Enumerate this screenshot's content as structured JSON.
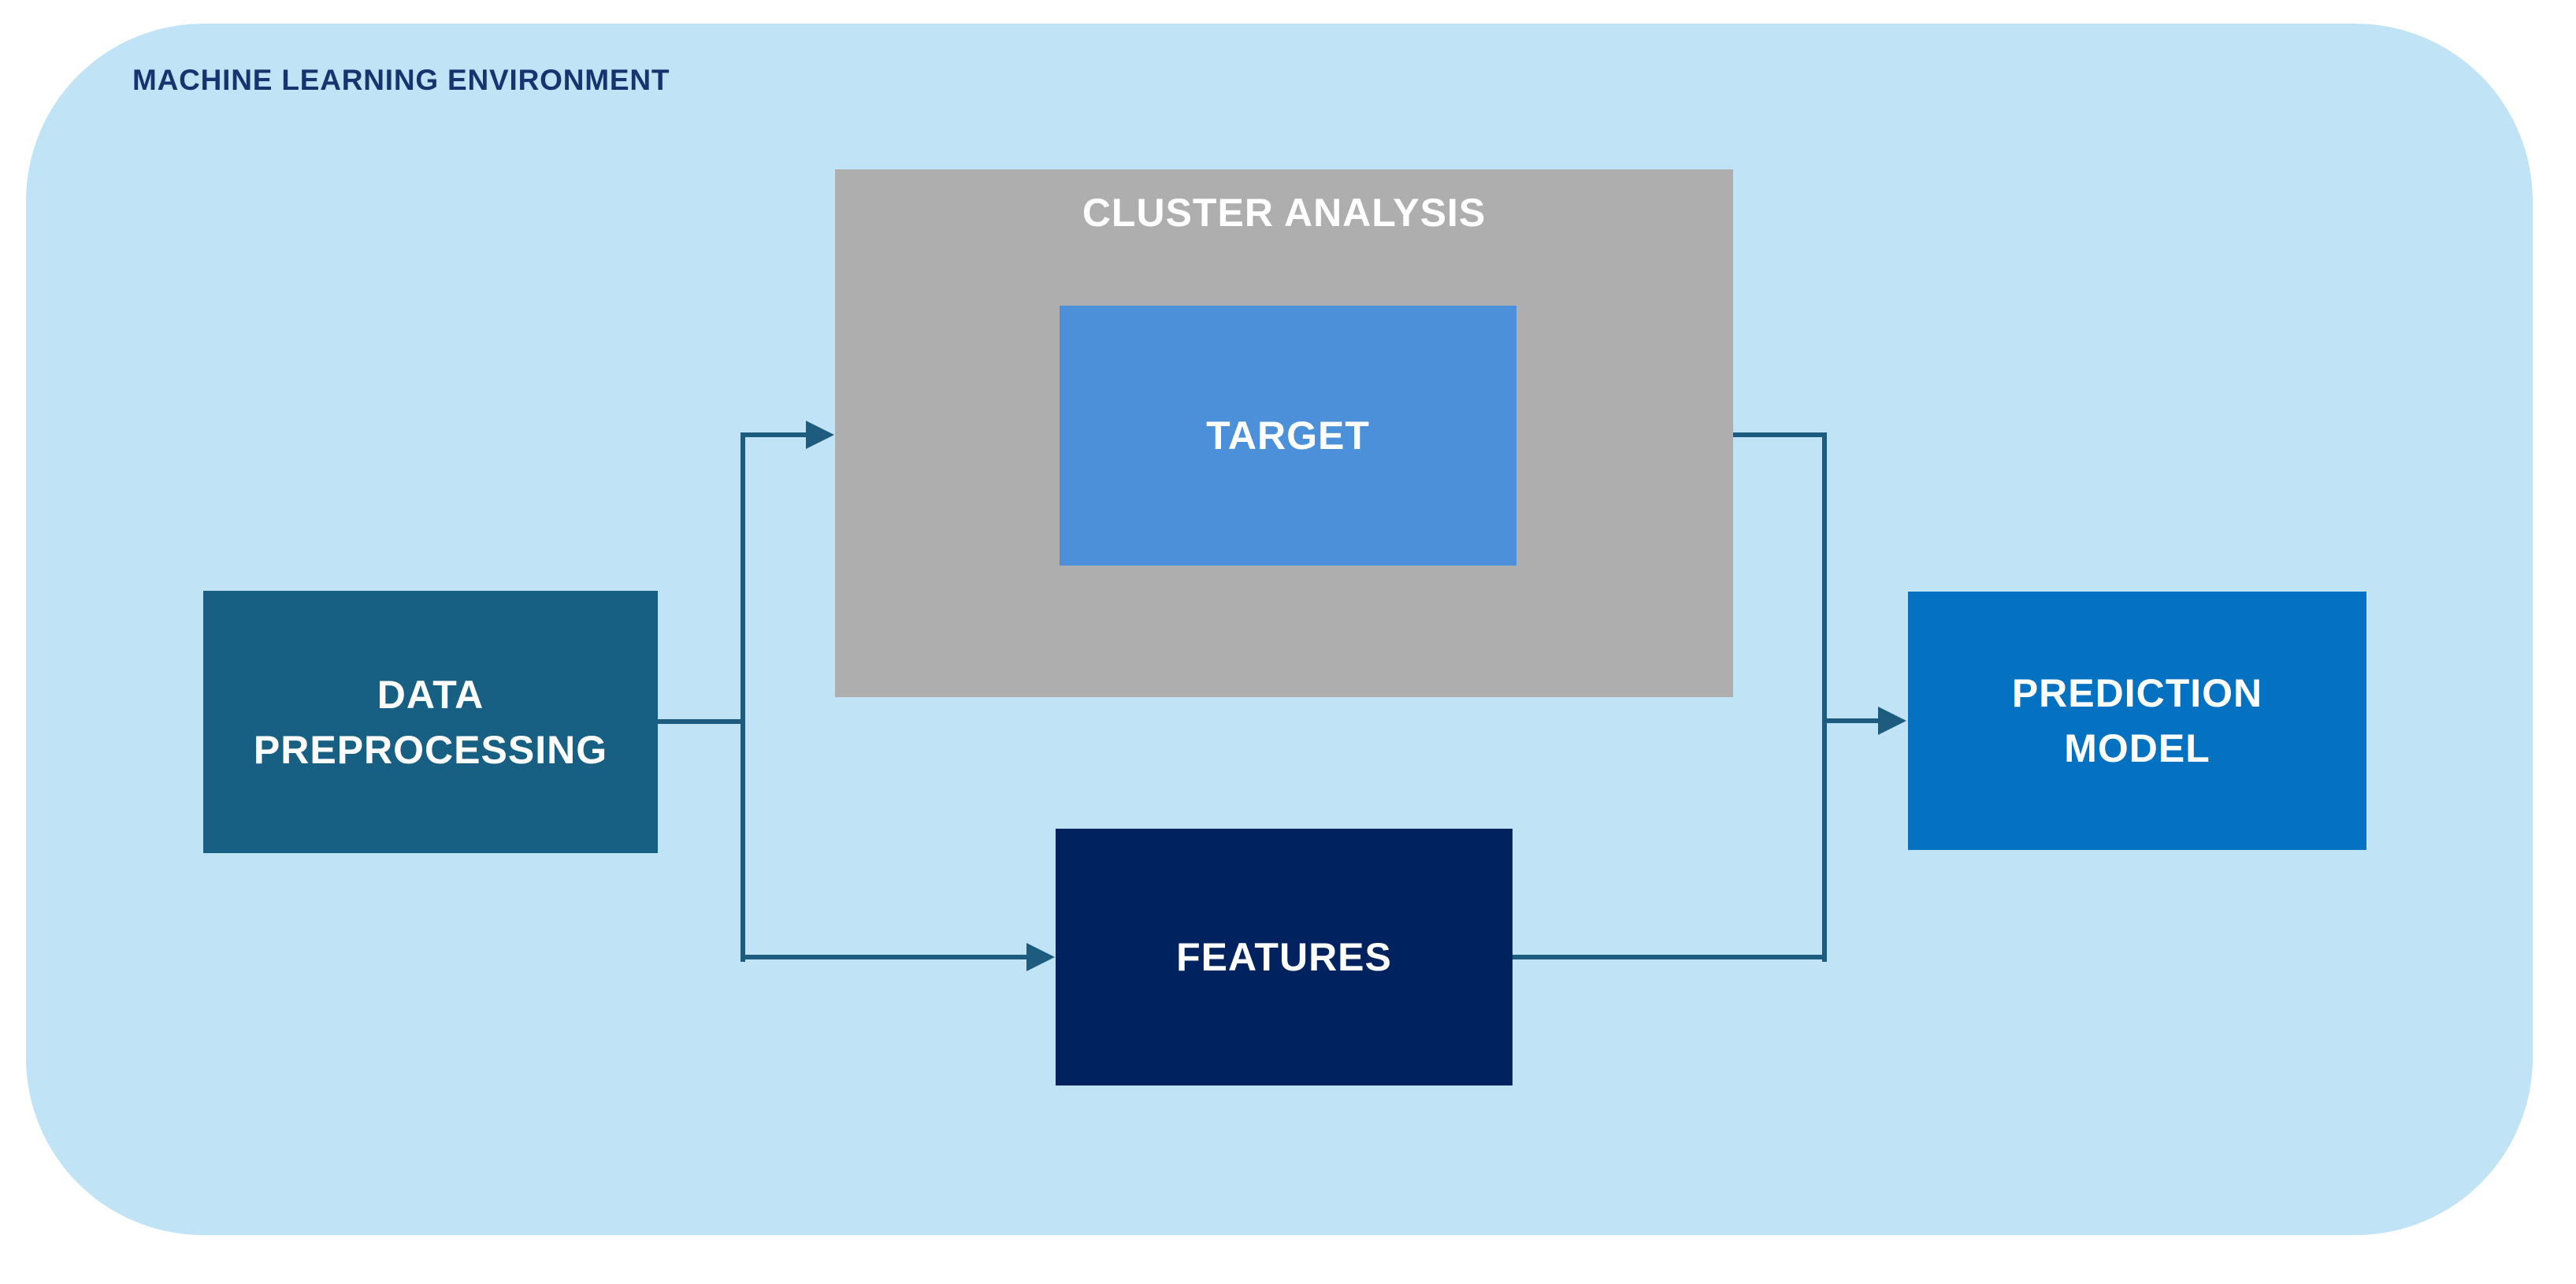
{
  "diagram": {
    "title": "MACHINE LEARNING ENVIRONMENT",
    "nodes": {
      "preprocessing": {
        "label": "DATA\nPREPROCESSING",
        "color": "#175f83"
      },
      "cluster": {
        "label": "CLUSTER ANALYSIS",
        "color": "#aeaeae"
      },
      "target": {
        "label": "TARGET",
        "color": "#4b90d8"
      },
      "features": {
        "label": "FEATURES",
        "color": "#00235f"
      },
      "prediction": {
        "label": "PREDICTION\nMODEL",
        "color": "#0571c1"
      }
    },
    "edges": [
      {
        "from": "data-preprocessing",
        "to": "cluster-analysis"
      },
      {
        "from": "data-preprocessing",
        "to": "features"
      },
      {
        "from": "cluster-analysis",
        "to": "prediction-model"
      },
      {
        "from": "features",
        "to": "prediction-model"
      }
    ],
    "colors": {
      "page_background": "#ffffff",
      "panel_background": "#c0e4f6",
      "title_text": "#16356e",
      "connector": "#1d5c7f",
      "node_text": "#ffffff"
    }
  }
}
